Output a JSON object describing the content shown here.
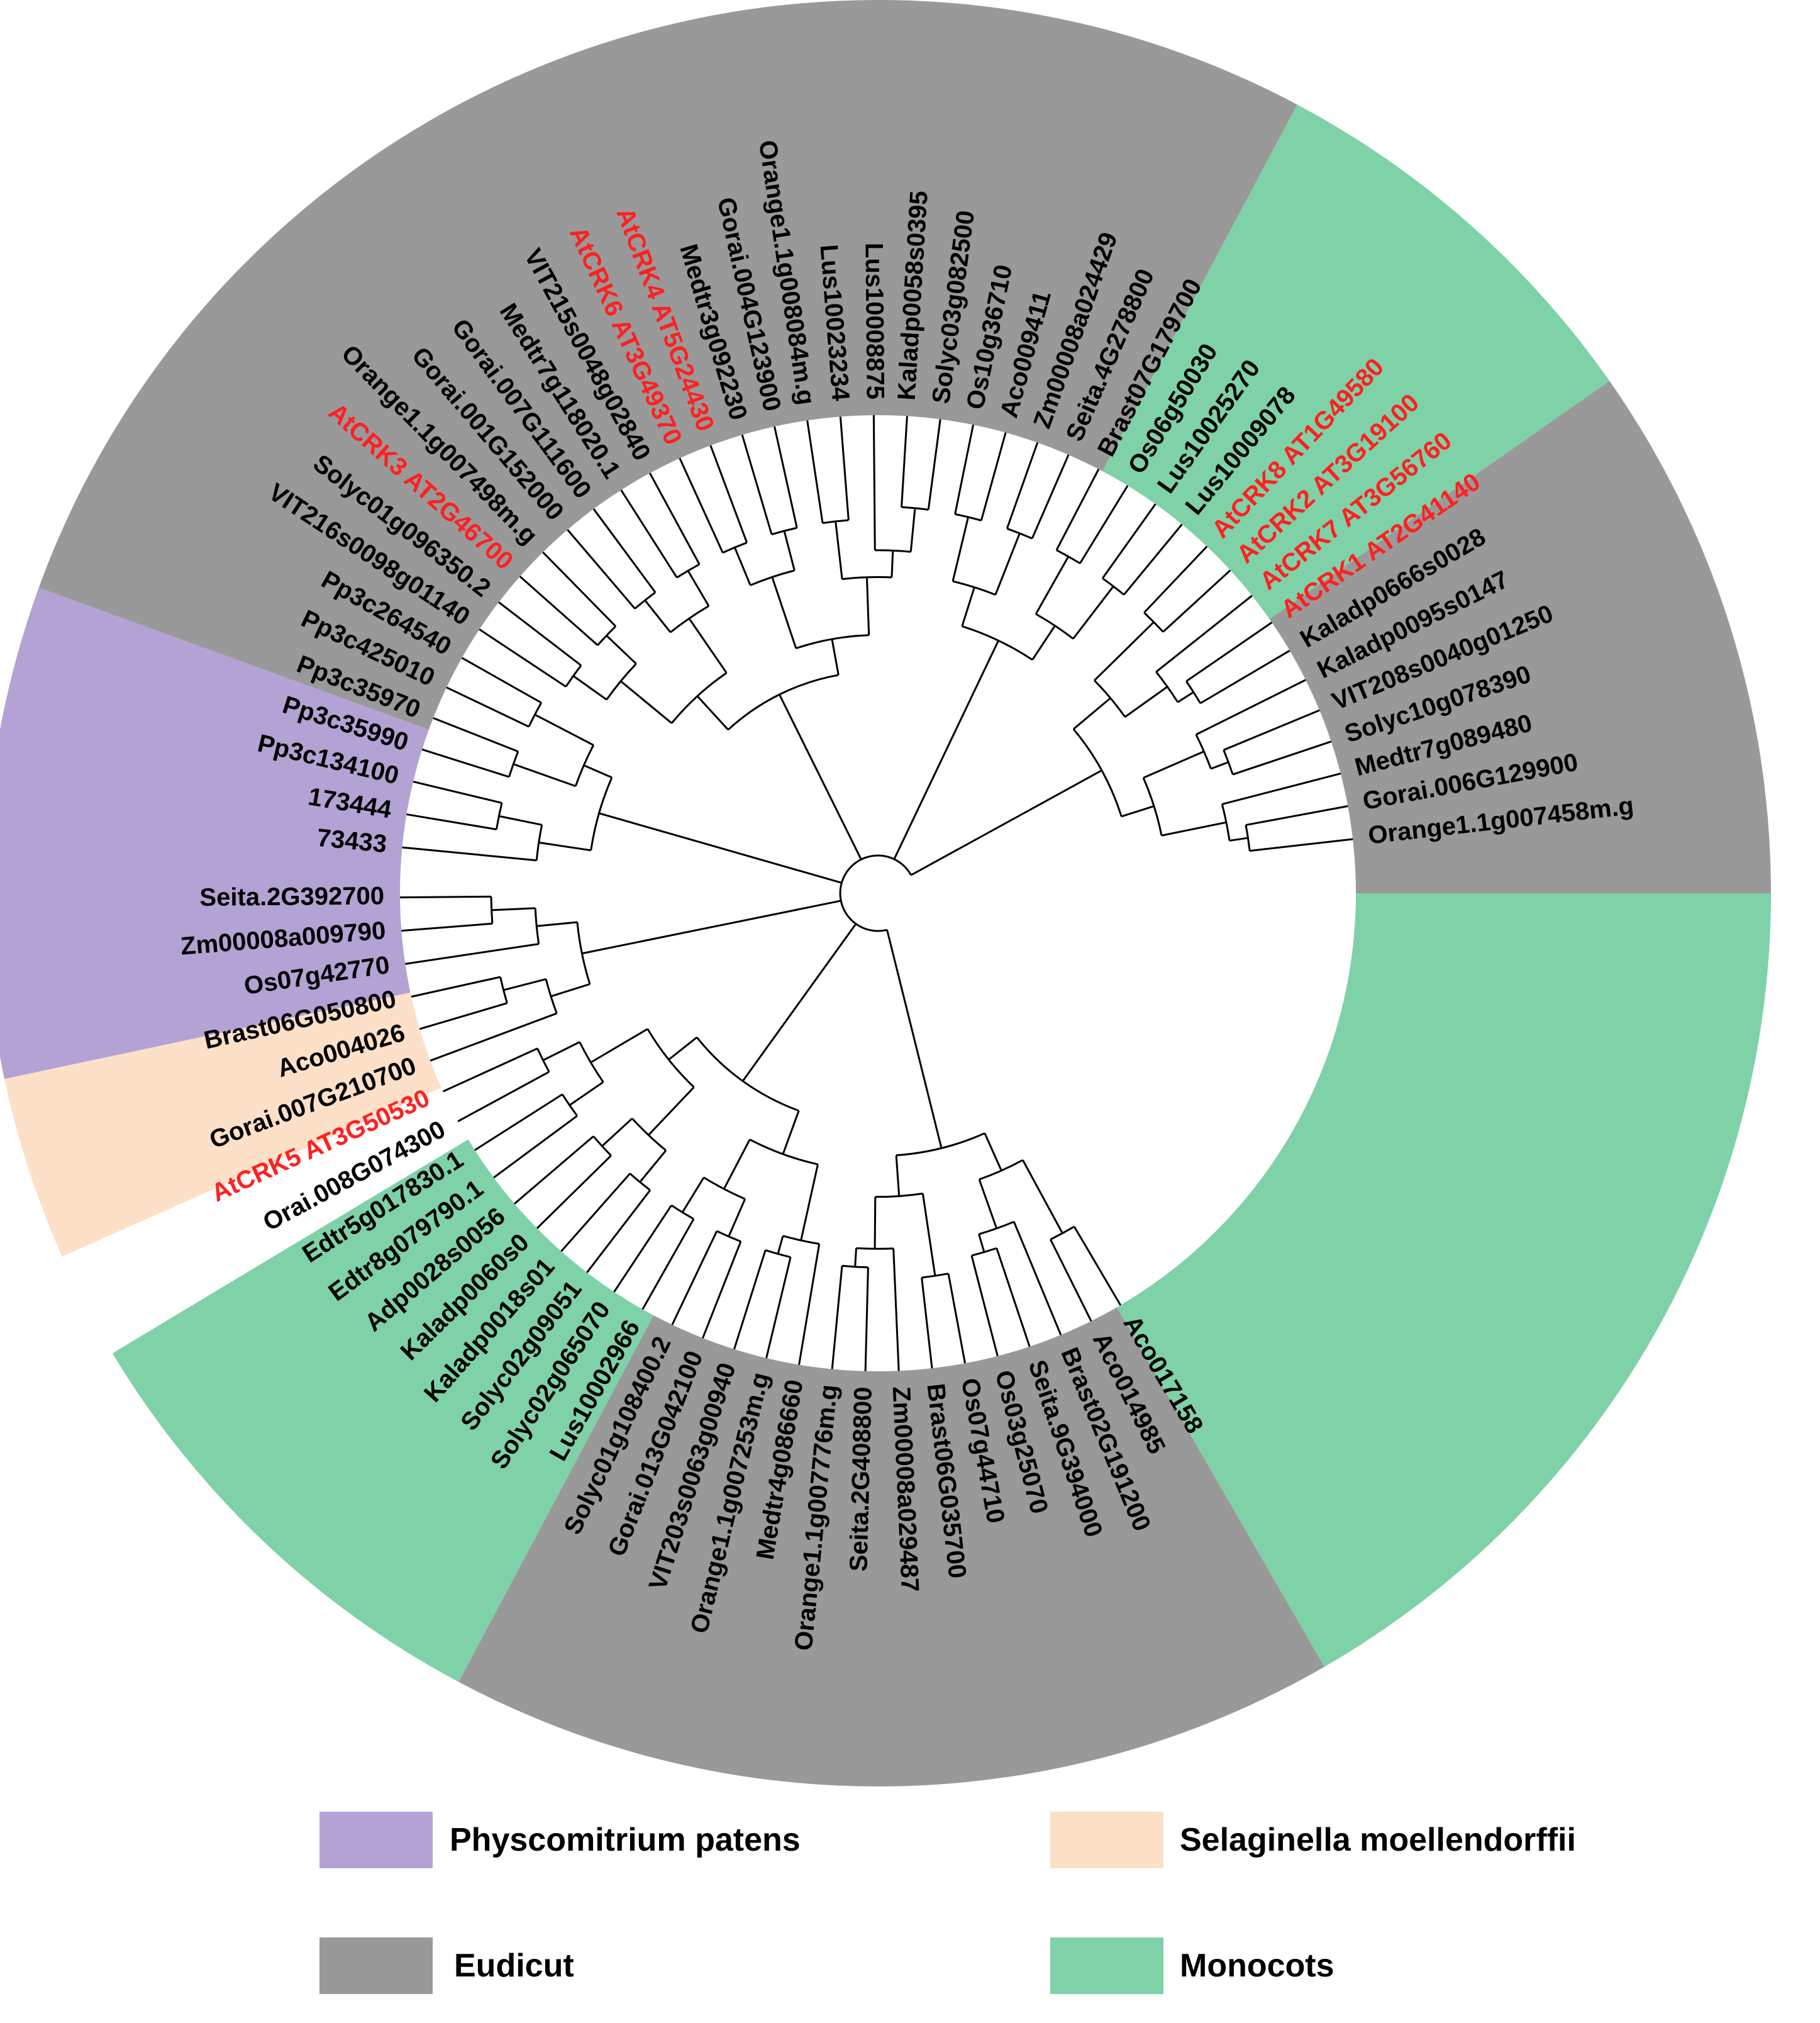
{
  "colors": {
    "eudicut": "#999999",
    "monocots": "#7fd1a8",
    "physcomitrium": "#b3a3d4",
    "selaginella": "#fde0c8",
    "highlight_label": "#ff2020",
    "normal_label": "#000000"
  },
  "sectors": [
    {
      "group": "eudicut",
      "from": 0,
      "to": 35
    },
    {
      "group": "monocots",
      "from": 35,
      "to": 62
    },
    {
      "group": "eudicut",
      "from": 62,
      "to": 160
    },
    {
      "group": "physcomitrium",
      "from": 160,
      "to": 192
    },
    {
      "group": "selaginella",
      "from": 192,
      "to": 204
    },
    {
      "group": "monocots",
      "from": 211,
      "to": 242
    },
    {
      "group": "eudicut",
      "from": 242,
      "to": 300
    },
    {
      "group": "monocots",
      "from": 300,
      "to": 360
    }
  ],
  "leaves": [
    {
      "label": "Orange1.1g007458m.g",
      "angle": 6.5,
      "highlight": false
    },
    {
      "label": "Gorai.006G129900",
      "angle": 10.5,
      "highlight": false
    },
    {
      "label": "Medtr7g089480",
      "angle": 14.5,
      "highlight": false
    },
    {
      "label": "Solyc10g078390",
      "angle": 18.5,
      "highlight": false
    },
    {
      "label": "VIT208s0040g01250",
      "angle": 22.5,
      "highlight": false
    },
    {
      "label": "Kaladp0095s0147",
      "angle": 26.5,
      "highlight": false
    },
    {
      "label": "Kaladp0666s0028",
      "angle": 30.5,
      "highlight": false
    },
    {
      "label": "AtCRK1 AT2G41140",
      "angle": 34.5,
      "highlight": true
    },
    {
      "label": "AtCRK7 AT3G56760",
      "angle": 38.5,
      "highlight": true
    },
    {
      "label": "AtCRK2 AT3G19100",
      "angle": 42.5,
      "highlight": true
    },
    {
      "label": "AtCRK8 AT1G49580",
      "angle": 46.5,
      "highlight": true
    },
    {
      "label": "Lus10009078",
      "angle": 50.5,
      "highlight": false
    },
    {
      "label": "Lus10025270",
      "angle": 54.5,
      "highlight": false
    },
    {
      "label": "Os06g50030",
      "angle": 58.5,
      "highlight": false
    },
    {
      "label": "Brast07G179700",
      "angle": 62.5,
      "highlight": false
    },
    {
      "label": "Seita.4G278800",
      "angle": 66.5,
      "highlight": false
    },
    {
      "label": "Zm00008a024429",
      "angle": 70.5,
      "highlight": false
    },
    {
      "label": "Aco009411",
      "angle": 74.5,
      "highlight": false
    },
    {
      "label": "Os10g36710",
      "angle": 78.5,
      "highlight": false
    },
    {
      "label": "Solyc03g082500",
      "angle": 82.5,
      "highlight": false
    },
    {
      "label": "Kaladp0058s0395",
      "angle": 86.5,
      "highlight": false
    },
    {
      "label": "Lus10008875",
      "angle": 90.5,
      "highlight": false
    },
    {
      "label": "Lus10023234",
      "angle": 94.5,
      "highlight": false
    },
    {
      "label": "Orange1.1g008084m.g",
      "angle": 98.5,
      "highlight": false
    },
    {
      "label": "Gorai.004G123900",
      "angle": 102.5,
      "highlight": false
    },
    {
      "label": "Medtr3g092230",
      "angle": 106.5,
      "highlight": false
    },
    {
      "label": "AtCRK4 AT5G24430",
      "angle": 110.5,
      "highlight": true
    },
    {
      "label": "AtCRK6 AT3G49370",
      "angle": 114.5,
      "highlight": true
    },
    {
      "label": "VIT215s0048g02840",
      "angle": 118.5,
      "highlight": false
    },
    {
      "label": "Medtr7g118020.1",
      "angle": 122.5,
      "highlight": false
    },
    {
      "label": "Gorai.007G111600",
      "angle": 126.5,
      "highlight": false
    },
    {
      "label": "Gorai.001G152000",
      "angle": 130.5,
      "highlight": false
    },
    {
      "label": "Orange1.1g007498m.g",
      "angle": 134.5,
      "highlight": false
    },
    {
      "label": "AtCRK3 AT2G46700",
      "angle": 138.5,
      "highlight": true
    },
    {
      "label": "Solyc01g096350.2",
      "angle": 142.5,
      "highlight": false
    },
    {
      "label": "VIT216s0098g01140",
      "angle": 146.5,
      "highlight": false
    },
    {
      "label": "Pp3c264540",
      "angle": 150.5,
      "highlight": false
    },
    {
      "label": "Pp3c425010",
      "angle": 154.5,
      "highlight": false
    },
    {
      "label": "Pp3c35970",
      "angle": 158.5,
      "highlight": false
    },
    {
      "label": "Pp3c35990",
      "angle": 162.5,
      "highlight": false
    },
    {
      "label": "Pp3c134100",
      "angle": 166.5,
      "highlight": false
    },
    {
      "label": "173444",
      "angle": 170.5,
      "highlight": false
    },
    {
      "label": "73433",
      "angle": 174.5,
      "highlight": false
    },
    {
      "label": "Seita.2G392700",
      "angle": 180.5,
      "highlight": false
    },
    {
      "label": "Zm00008a009790",
      "angle": 184.5,
      "highlight": false
    },
    {
      "label": "Os07g42770",
      "angle": 188.5,
      "highlight": false
    },
    {
      "label": "Brast06G050800",
      "angle": 192.5,
      "highlight": false
    },
    {
      "label": "Aco004026",
      "angle": 196.5,
      "highlight": false
    },
    {
      "label": "Gorai.007G210700",
      "angle": 200.5,
      "highlight": false
    },
    {
      "label": "AtCRK5 AT3G50530",
      "angle": 204.5,
      "highlight": true
    },
    {
      "label": "Orai.008G074300",
      "angle": 208.5,
      "highlight": false
    },
    {
      "label": "Edtr5g017830.1",
      "angle": 212.5,
      "highlight": false
    },
    {
      "label": "Edtr8g079790.1",
      "angle": 216.5,
      "highlight": false
    },
    {
      "label": "Adp0028s0056",
      "angle": 220.5,
      "highlight": false
    },
    {
      "label": "Kaladp0060s0",
      "angle": 224.5,
      "highlight": false
    },
    {
      "label": "Kaladp0018s01",
      "angle": 228.5,
      "highlight": false
    },
    {
      "label": "Solyc02g09051",
      "angle": 232.5,
      "highlight": false
    },
    {
      "label": "Solyc02g065070",
      "angle": 236.5,
      "highlight": false
    },
    {
      "label": "Lus10002966",
      "angle": 240.5,
      "highlight": false
    },
    {
      "label": "Solyc01g108400.2",
      "angle": 244.5,
      "highlight": false
    },
    {
      "label": "Gorai.013G042100",
      "angle": 248.5,
      "highlight": false
    },
    {
      "label": "VIT203s0063g00940",
      "angle": 252.5,
      "highlight": false
    },
    {
      "label": "Orange1.1g007253m.g",
      "angle": 256.5,
      "highlight": false
    },
    {
      "label": "Medtr4g086660",
      "angle": 260.5,
      "highlight": false
    },
    {
      "label": "Orange1.1g007776m.g",
      "angle": 264.5,
      "highlight": false
    },
    {
      "label": "Seita.2G408800",
      "angle": 268.5,
      "highlight": false
    },
    {
      "label": "Zm00008a029487",
      "angle": 272.5,
      "highlight": false
    },
    {
      "label": "Brast06G035700",
      "angle": 276.5,
      "highlight": false
    },
    {
      "label": "Os07g44710",
      "angle": 280.5,
      "highlight": false
    },
    {
      "label": "Os03g25070",
      "angle": 284.5,
      "highlight": false
    },
    {
      "label": "Seita.9G394000",
      "angle": 288.5,
      "highlight": false
    },
    {
      "label": "Brast02G191200",
      "angle": 292.5,
      "highlight": false
    },
    {
      "label": "Aco014985",
      "angle": 296.5,
      "highlight": false
    },
    {
      "label": "Aco017158",
      "angle": 300.5,
      "highlight": false
    }
  ],
  "legend": {
    "physcomitrium": "Physcomitrium patens",
    "selaginella": "Selaginella moellendorffii",
    "eudicut": "Eudicut",
    "monocots": "Monocots"
  }
}
